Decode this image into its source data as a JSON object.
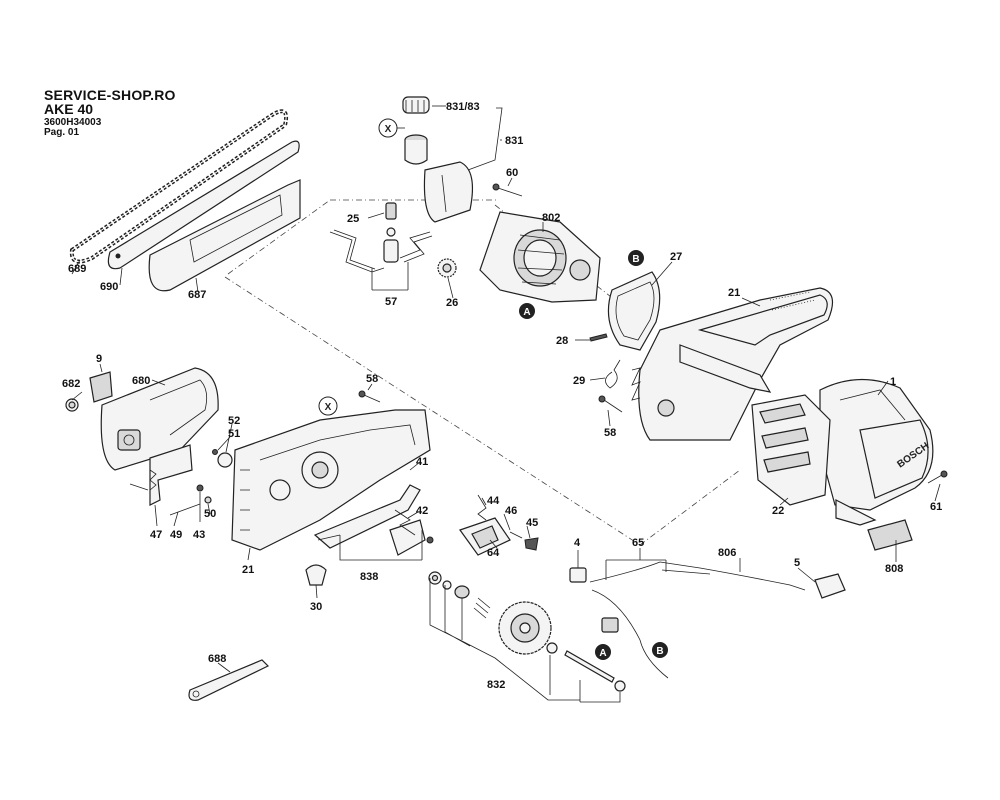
{
  "header": {
    "shop": "SERVICE-SHOP.RO",
    "model": "AKE 40",
    "code": "3600H34003",
    "page": "Pag. 01"
  },
  "markers": {
    "a": "A",
    "b": "B",
    "x": "X"
  },
  "brand": "BOSCH",
  "labels": {
    "l831_83": "831/83",
    "l831": "831",
    "l60": "60",
    "l802": "802",
    "l25": "25",
    "l57": "57",
    "l26": "26",
    "l27": "27",
    "l21a": "21",
    "l28": "28",
    "l29": "29",
    "l58a": "58",
    "l1": "1",
    "l22": "22",
    "l61": "61",
    "l808": "808",
    "l689": "689",
    "l690": "690",
    "l687": "687",
    "l9": "9",
    "l682": "682",
    "l680": "680",
    "l52": "52",
    "l51": "51",
    "l47": "47",
    "l49": "49",
    "l43": "43",
    "l50": "50",
    "l58b": "58",
    "l41": "41",
    "l42": "42",
    "l21b": "21",
    "l838": "838",
    "l30": "30",
    "l44": "44",
    "l46": "46",
    "l45": "45",
    "l64": "64",
    "l4": "4",
    "l65": "65",
    "l806": "806",
    "l5": "5",
    "l832": "832",
    "l688": "688"
  }
}
